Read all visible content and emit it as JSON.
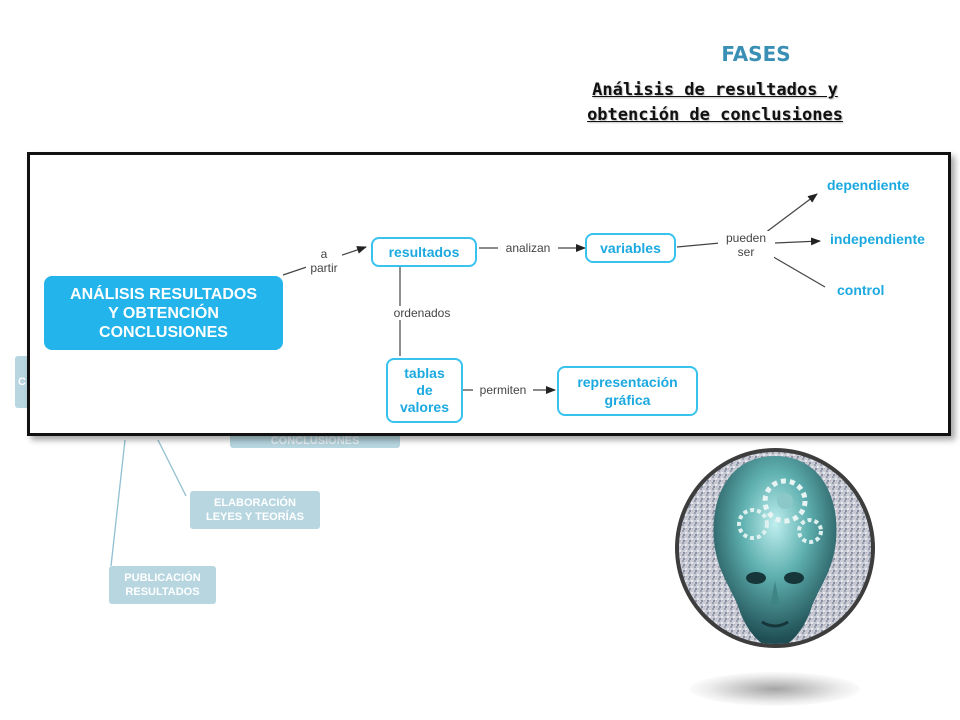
{
  "header": {
    "fases": "FASES",
    "subtitle_line1": "Análisis de resultados y",
    "subtitle_line2": "obtención de conclusiones"
  },
  "background_map": {
    "nodes": [
      {
        "id": "elaboracion",
        "line1": "ELABORACIÓN",
        "line2": "LEYES Y TEORÍAS"
      },
      {
        "id": "publicacion",
        "line1": "PUBLICACIÓN",
        "line2": "RESULTADOS"
      },
      {
        "id": "conclusiones",
        "line1": "CONCLUSIONES",
        "line2": ""
      },
      {
        "id": "partial",
        "line1": "C",
        "line2": ""
      }
    ]
  },
  "concept_map": {
    "main": {
      "line1": "ANÁLISIS RESULTADOS",
      "line2": "Y OBTENCIÓN",
      "line3": "CONCLUSIONES"
    },
    "resultados": "resultados",
    "variables": "variables",
    "tablas": {
      "line1": "tablas",
      "line2": "de",
      "line3": "valores"
    },
    "representacion": {
      "line1": "representación",
      "line2": "gráfica"
    },
    "leaves": {
      "dependiente": "dependiente",
      "independiente": "independiente",
      "control": "control"
    },
    "links": {
      "a_partir": {
        "line1": "a",
        "line2": "partir"
      },
      "analizan": "analizan",
      "ordenados": "ordenados",
      "permiten": "permiten",
      "pueden_ser": {
        "line1": "pueden",
        "line2": "ser"
      }
    }
  },
  "image": {
    "icon": "mechanical-brain-head-icon"
  }
}
